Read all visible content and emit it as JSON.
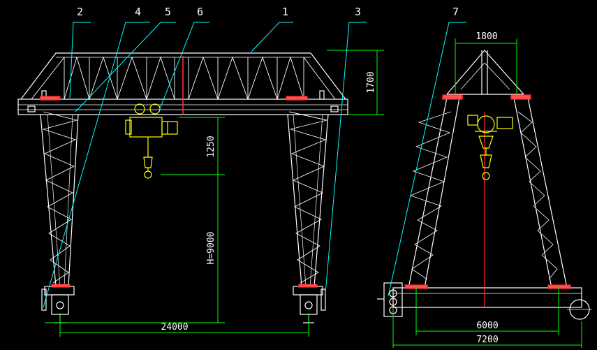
{
  "colors": {
    "background": "#000000",
    "structure": "#ffffff",
    "hoist": "#ffff00",
    "dimension": "#00ff00",
    "leader": "#00ffff",
    "cable": "#ff0000",
    "rail_mark": "#ff5050"
  },
  "callouts": [
    "2",
    "4",
    "5",
    "6",
    "1",
    "3",
    "7"
  ],
  "dimensions": {
    "top_truss_height": "1700",
    "hoist_height": "1250",
    "lift_height": "H=9000",
    "span": "24000",
    "side_top_width": "1800",
    "inner_gauge": "6000",
    "outer_base": "7200"
  }
}
